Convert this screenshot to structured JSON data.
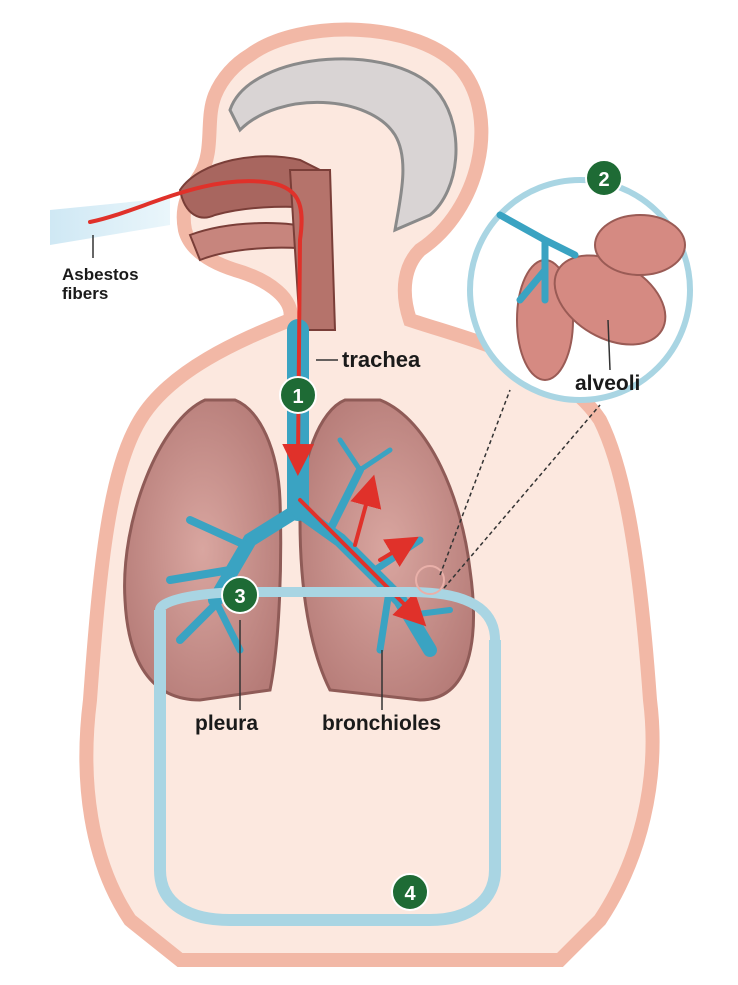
{
  "labels": {
    "asbestos_line1": "Asbestos",
    "asbestos_line2": "fibers",
    "trachea": "trachea",
    "alveoli": "alveoli",
    "pleura": "pleura",
    "bronchioles": "bronchioles"
  },
  "markers": [
    "1",
    "2",
    "3",
    "4"
  ],
  "colors": {
    "skin_outline": "#f2b8a6",
    "skin_fill": "#fce8df",
    "lung": "#c98f8b",
    "bronchi": "#3aa3c2",
    "fiber_path": "#e0312a",
    "marker": "#1e6b35",
    "pleura_line": "#a9d5e3"
  },
  "icons": [
    "numbered-marker-icon",
    "arrow-icon"
  ]
}
